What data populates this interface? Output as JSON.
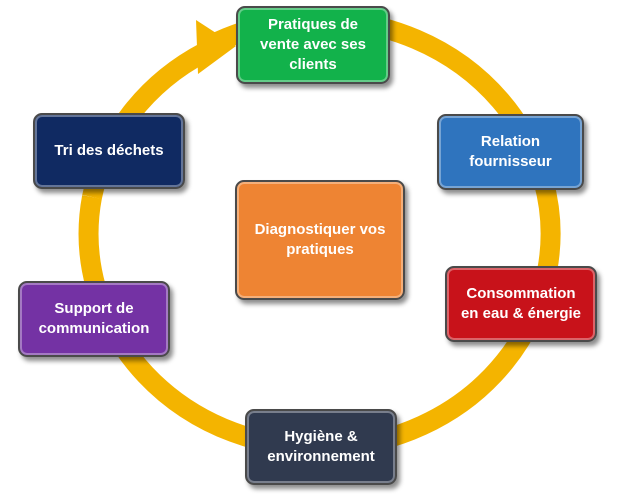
{
  "diagram": {
    "center": {
      "label": "Diagnostiquer vos\npratiques",
      "color": "#EE8433"
    },
    "nodes": [
      {
        "id": "ventes",
        "label": "Pratiques de\nvente avec ses\nclients",
        "color": "#12B24B"
      },
      {
        "id": "fournisseur",
        "label": "Relation\nfournisseur",
        "color": "#2F74BE"
      },
      {
        "id": "energie",
        "label": "Consommation\nen eau & énergie",
        "color": "#C8121A"
      },
      {
        "id": "hygiene",
        "label": "Hygiène &\nenvironnement",
        "color": "#303A4F"
      },
      {
        "id": "communication",
        "label": "Support de\ncommunication",
        "color": "#7432A4"
      },
      {
        "id": "dechets",
        "label": "Tri des déchets",
        "color": "#102A62"
      }
    ],
    "ring_color": "#F4B400"
  }
}
